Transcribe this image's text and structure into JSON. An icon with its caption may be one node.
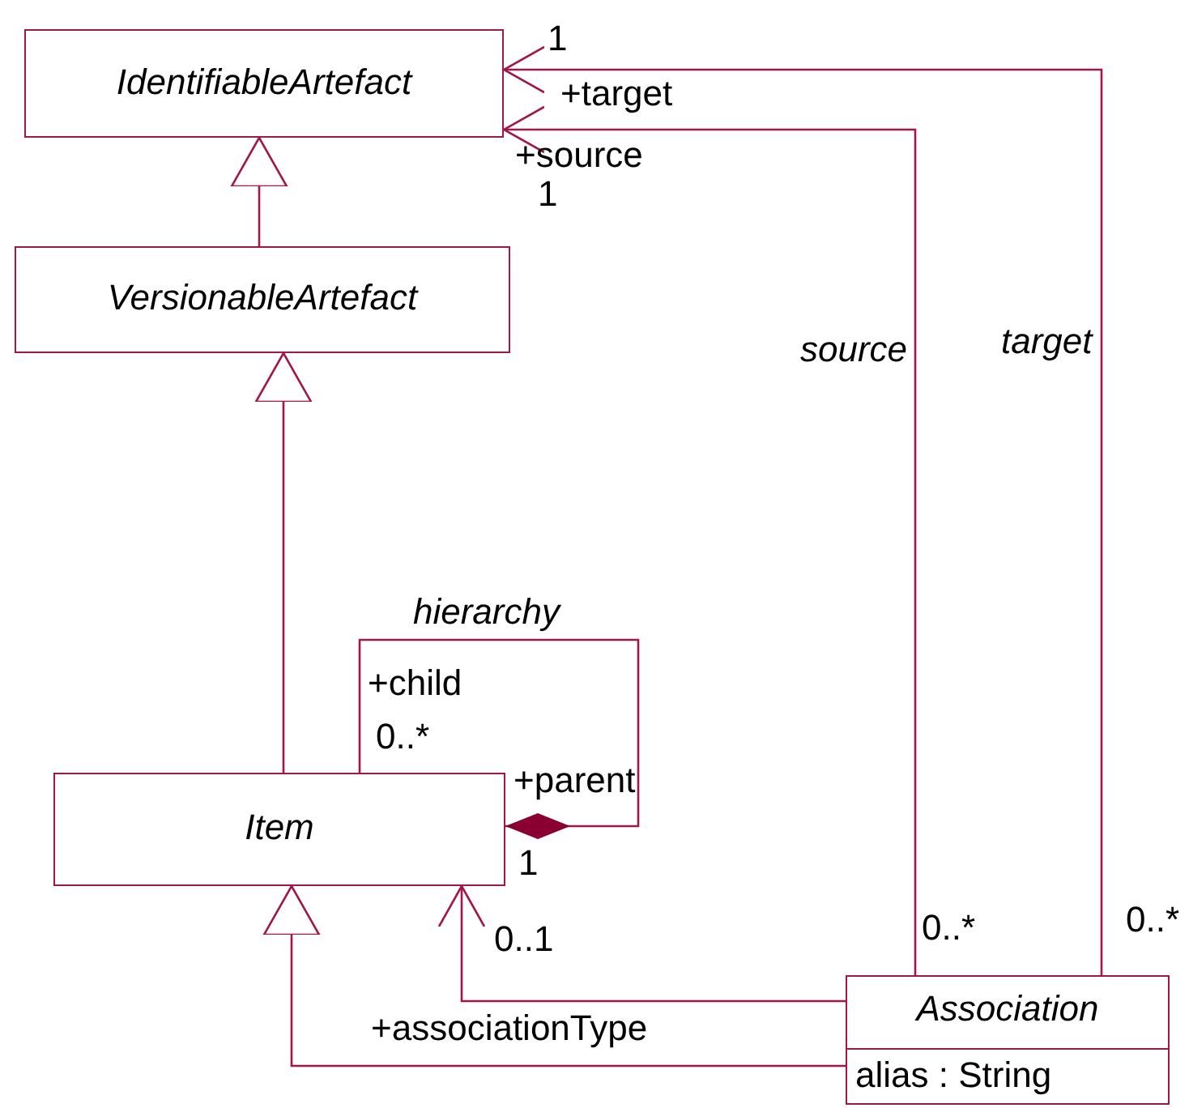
{
  "diagram": {
    "nodes": [
      {
        "text": [
          "IdentifiableArtefact"
        ]
      },
      {
        "text": [
          "VersionableArtefact"
        ]
      },
      {
        "text": [
          "Item"
        ]
      },
      {
        "text": [
          "Association",
          "alias : String"
        ]
      }
    ],
    "edges": [
      {
        "from": 1,
        "to": 0,
        "arrow": "to"
      },
      {
        "from": 2,
        "to": 1,
        "arrow": "to"
      },
      {
        "from": 3,
        "to": 2,
        "arrow": "to"
      },
      {
        "from": 3,
        "to": 2,
        "arrow": "to"
      },
      {
        "from": 3,
        "to": 0,
        "arrow": "to",
        "label": "source"
      },
      {
        "from": 3,
        "to": 0,
        "arrow": "to",
        "label": "target"
      },
      {
        "from": 2,
        "to": 2,
        "arrow": "other",
        "label": "hierarchy"
      }
    ],
    "labels": [
      "1",
      "+target",
      "+source",
      "1",
      "+child",
      "0..*",
      "+parent",
      "1",
      "0..1",
      "0..*",
      "0..*",
      "+associationType"
    ]
  }
}
